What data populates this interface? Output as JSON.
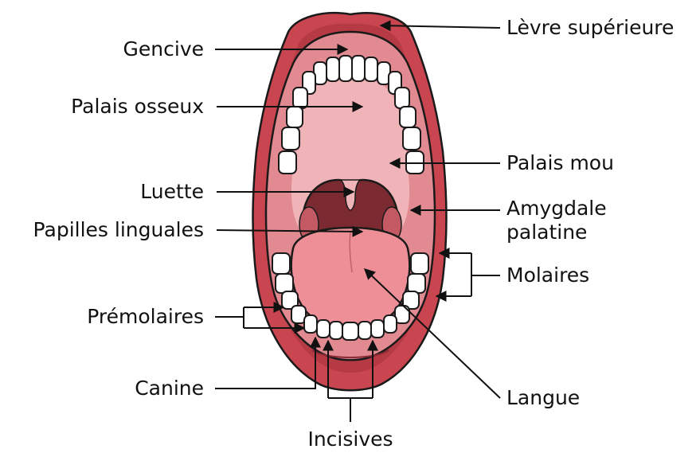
{
  "labels": {
    "levre_superieure": "Lèvre supérieure",
    "gencive": "Gencive",
    "palais_osseux": "Palais osseux",
    "palais_mou": "Palais mou",
    "luette": "Luette",
    "amygdale_line1": "Amygdale",
    "amygdale_line2": "palatine",
    "papilles": "Papilles linguales",
    "molaires": "Molaires",
    "premolaires": "Prémolaires",
    "canine": "Canine",
    "langue": "Langue",
    "incisives": "Incisives"
  },
  "colors": {
    "lips": "#c9454f",
    "lip_dark": "#a8323c",
    "gum": "#e28a91",
    "palate": "#f0b4b8",
    "throat": "#7a2a30",
    "tongue": "#ee8f97",
    "teeth": "#ffffff",
    "ink": "#111111"
  }
}
